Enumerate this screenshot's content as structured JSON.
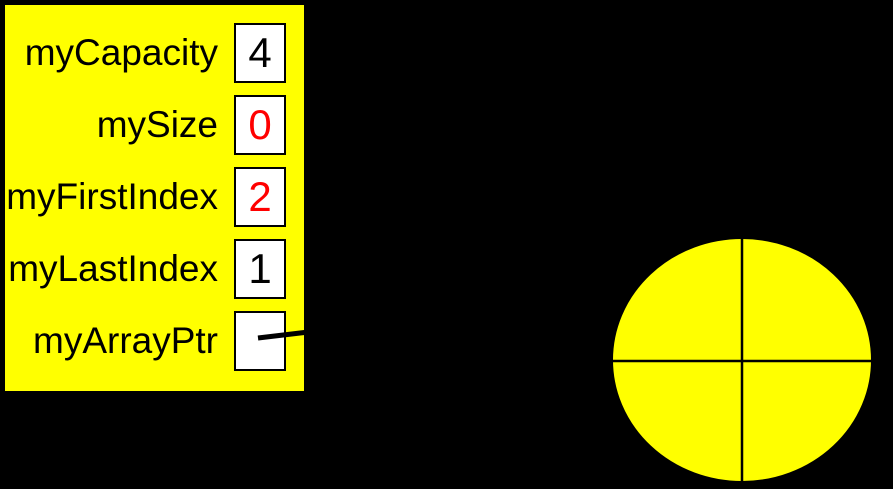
{
  "diagram": {
    "object": {
      "fields": [
        {
          "label": "myCapacity",
          "value": "4",
          "value_color": "#000000",
          "pointer": false
        },
        {
          "label": "mySize",
          "value": "0",
          "value_color": "#ff0000",
          "pointer": false
        },
        {
          "label": "myFirstIndex",
          "value": "2",
          "value_color": "#ff0000",
          "pointer": false
        },
        {
          "label": "myLastIndex",
          "value": "1",
          "value_color": "#000000",
          "pointer": false
        },
        {
          "label": "myArrayPtr",
          "value": "",
          "value_color": "#000000",
          "pointer": true
        }
      ]
    },
    "circle": {
      "quadrants": 4
    },
    "colors": {
      "background": "#000000",
      "panel_fill": "#ffff00",
      "value_box_fill": "#ffffff",
      "line": "#000000",
      "highlight_value": "#ff0000"
    }
  }
}
